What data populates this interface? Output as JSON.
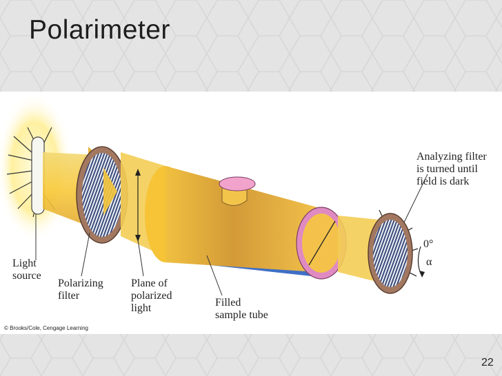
{
  "slide": {
    "title": "Polarimeter",
    "page_number": "22"
  },
  "figure": {
    "labels": {
      "light_source": "Light\nsource",
      "polarizing_filter": "Polarizing\nfilter",
      "plane_of_polarized_light": "Plane of\npolarized\nlight",
      "filled_sample_tube": "Filled\nsample tube",
      "analyzing_filter": "Analyzing filter\nis turned until\nfield is dark",
      "zero_degree": "0°",
      "alpha": "α"
    },
    "credit": "© Brooks/Cole, Cengage Learning"
  },
  "colors": {
    "beam_yellow": "#f6c436",
    "tube_blue": "#3f6fc6",
    "ring_brown": "#a37860",
    "ring_pink": "#e08ac2",
    "glow": "#fff3a8"
  }
}
